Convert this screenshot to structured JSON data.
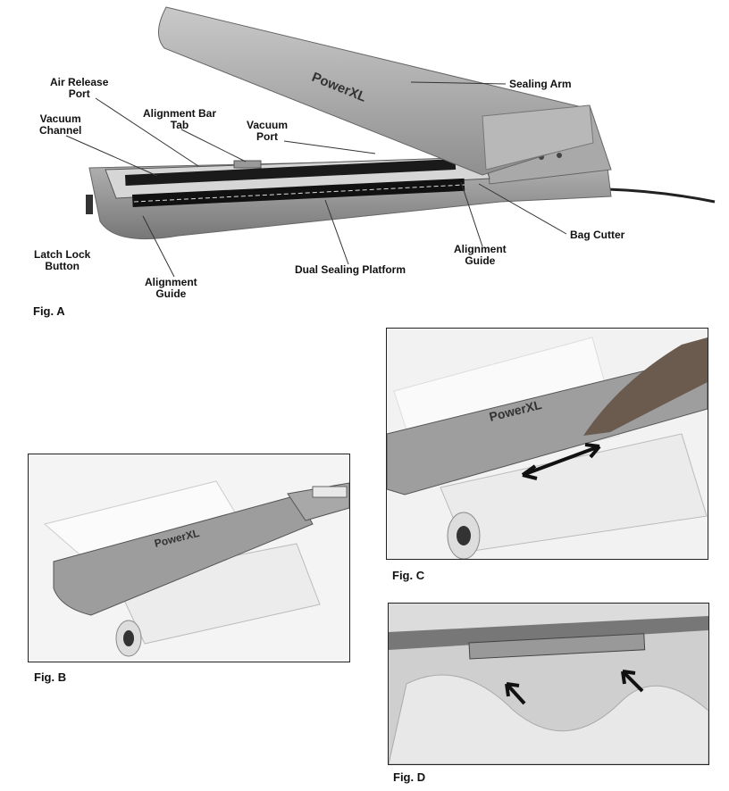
{
  "figA": {
    "caption": "Fig. A",
    "brand": "PowerXL",
    "labels": {
      "air_release_port": "Air Release\nPort",
      "alignment_bar_tab": "Alignment Bar\nTab",
      "vacuum_channel": "Vacuum\nChannel",
      "vacuum_port": "Vacuum\nPort",
      "sealing_arm": "Sealing Arm",
      "bag_cutter": "Bag Cutter",
      "alignment_guide_right": "Alignment\nGuide",
      "alignment_guide_left": "Alignment\nGuide",
      "latch_lock_button": "Latch Lock\nButton",
      "dual_sealing_platform": "Dual Sealing Platform"
    }
  },
  "figB": {
    "caption": "Fig. B",
    "brand": "PowerXL"
  },
  "figC": {
    "caption": "Fig. C",
    "brand": "PowerXL"
  },
  "figD": {
    "caption": "Fig. D"
  }
}
